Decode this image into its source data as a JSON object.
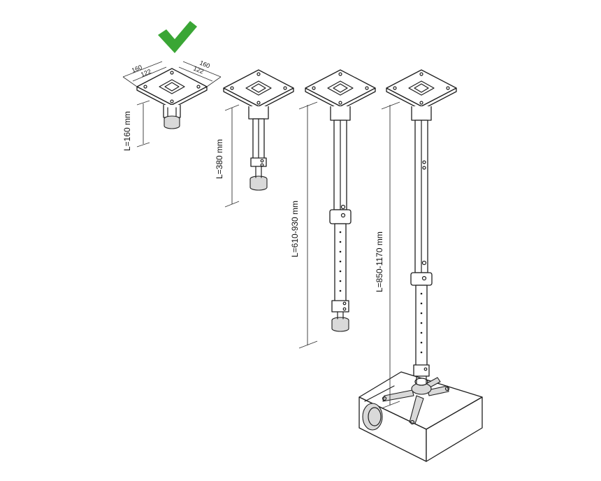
{
  "check_color": "#3aa635",
  "mounts": [
    {
      "length_label": "L=160 mm",
      "selected": true
    },
    {
      "length_label": "L=380 mm",
      "selected": false
    },
    {
      "length_label": "L=610-930 mm",
      "selected": false
    },
    {
      "length_label": "L=850-1170 mm",
      "selected": false
    }
  ],
  "plate_dimensions": {
    "outer_left": "160",
    "inner_left": "122",
    "outer_right": "160",
    "inner_right": "122"
  }
}
